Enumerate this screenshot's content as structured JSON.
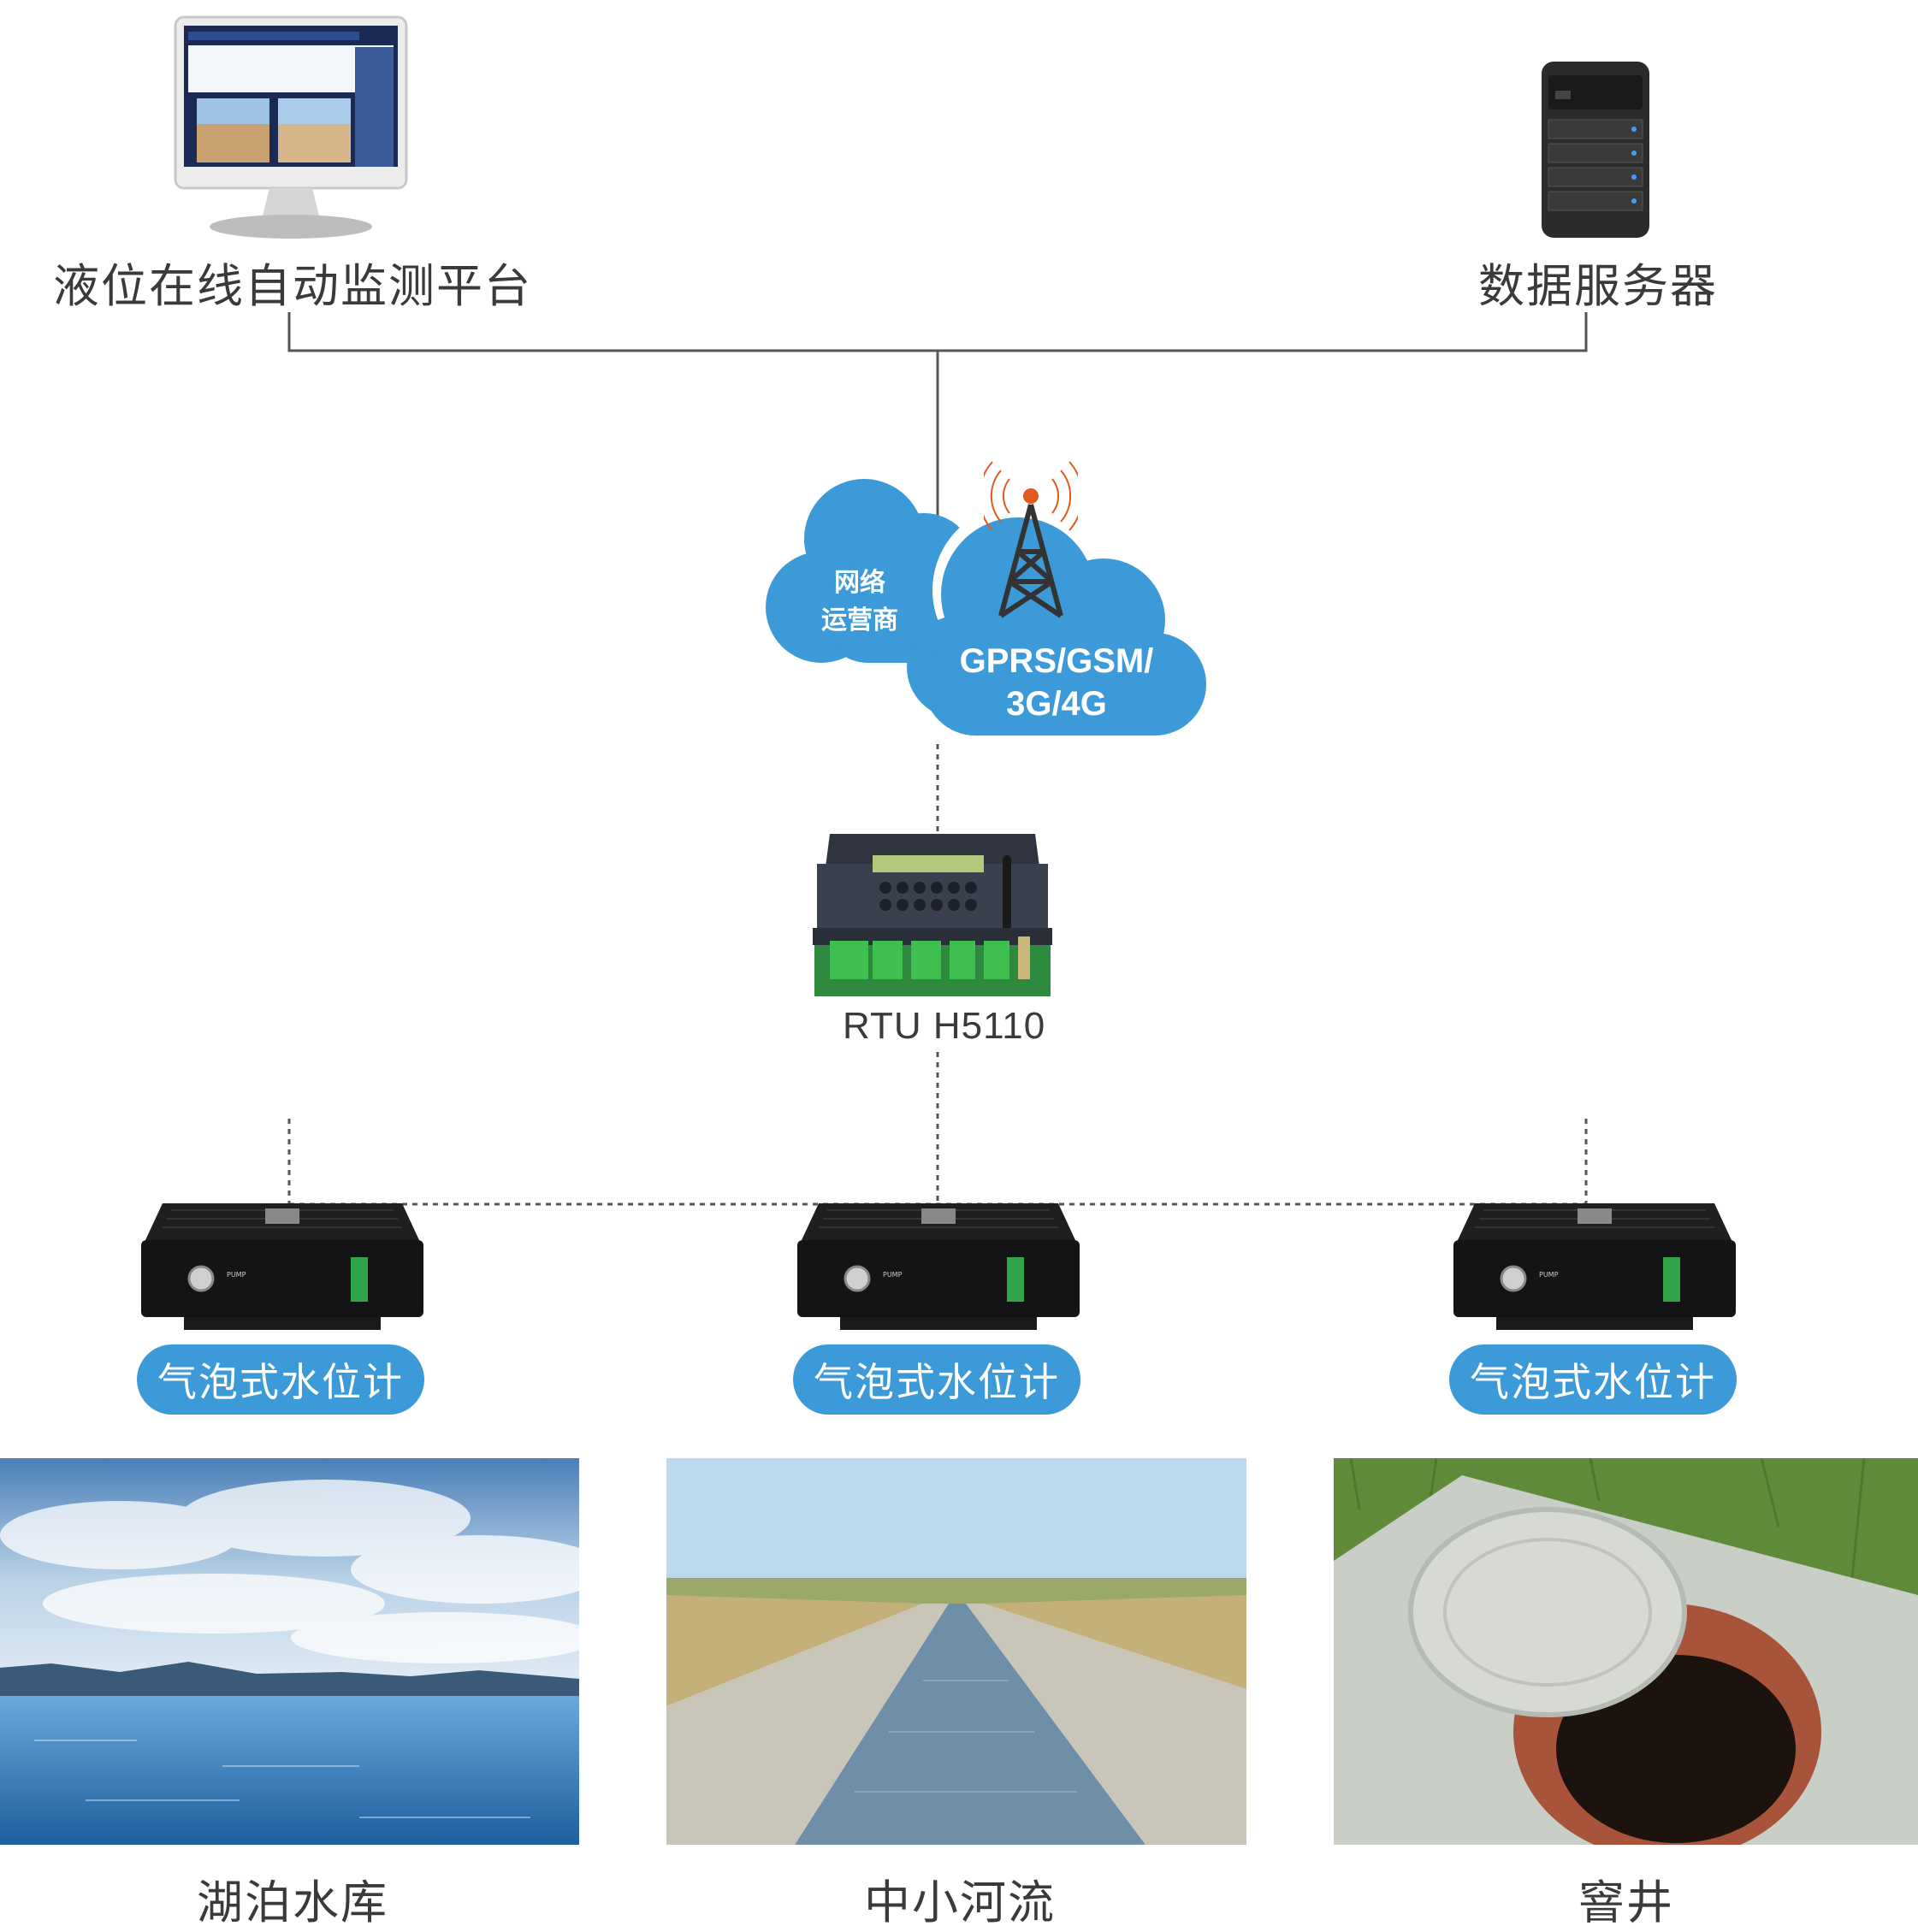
{
  "platform": {
    "label": "液位在线自动监测平台"
  },
  "server": {
    "label": "数据服务器"
  },
  "cloud": {
    "operator_label": "网络\n运营商",
    "network_label": "GPRS/GSM/\n3G/4G"
  },
  "rtu": {
    "label": "RTU H5110"
  },
  "sensors": [
    {
      "label": "气泡式水位计",
      "panel_text": "PUMP"
    },
    {
      "label": "气泡式水位计",
      "panel_text": "PUMP"
    },
    {
      "label": "气泡式水位计",
      "panel_text": "PUMP"
    }
  ],
  "sites": [
    {
      "label": "湖泊水库"
    },
    {
      "label": "中小河流"
    },
    {
      "label": "窨井"
    }
  ],
  "colors": {
    "accent": "#3d9ad8",
    "line": "#555555",
    "antenna": "#e25a1c"
  }
}
